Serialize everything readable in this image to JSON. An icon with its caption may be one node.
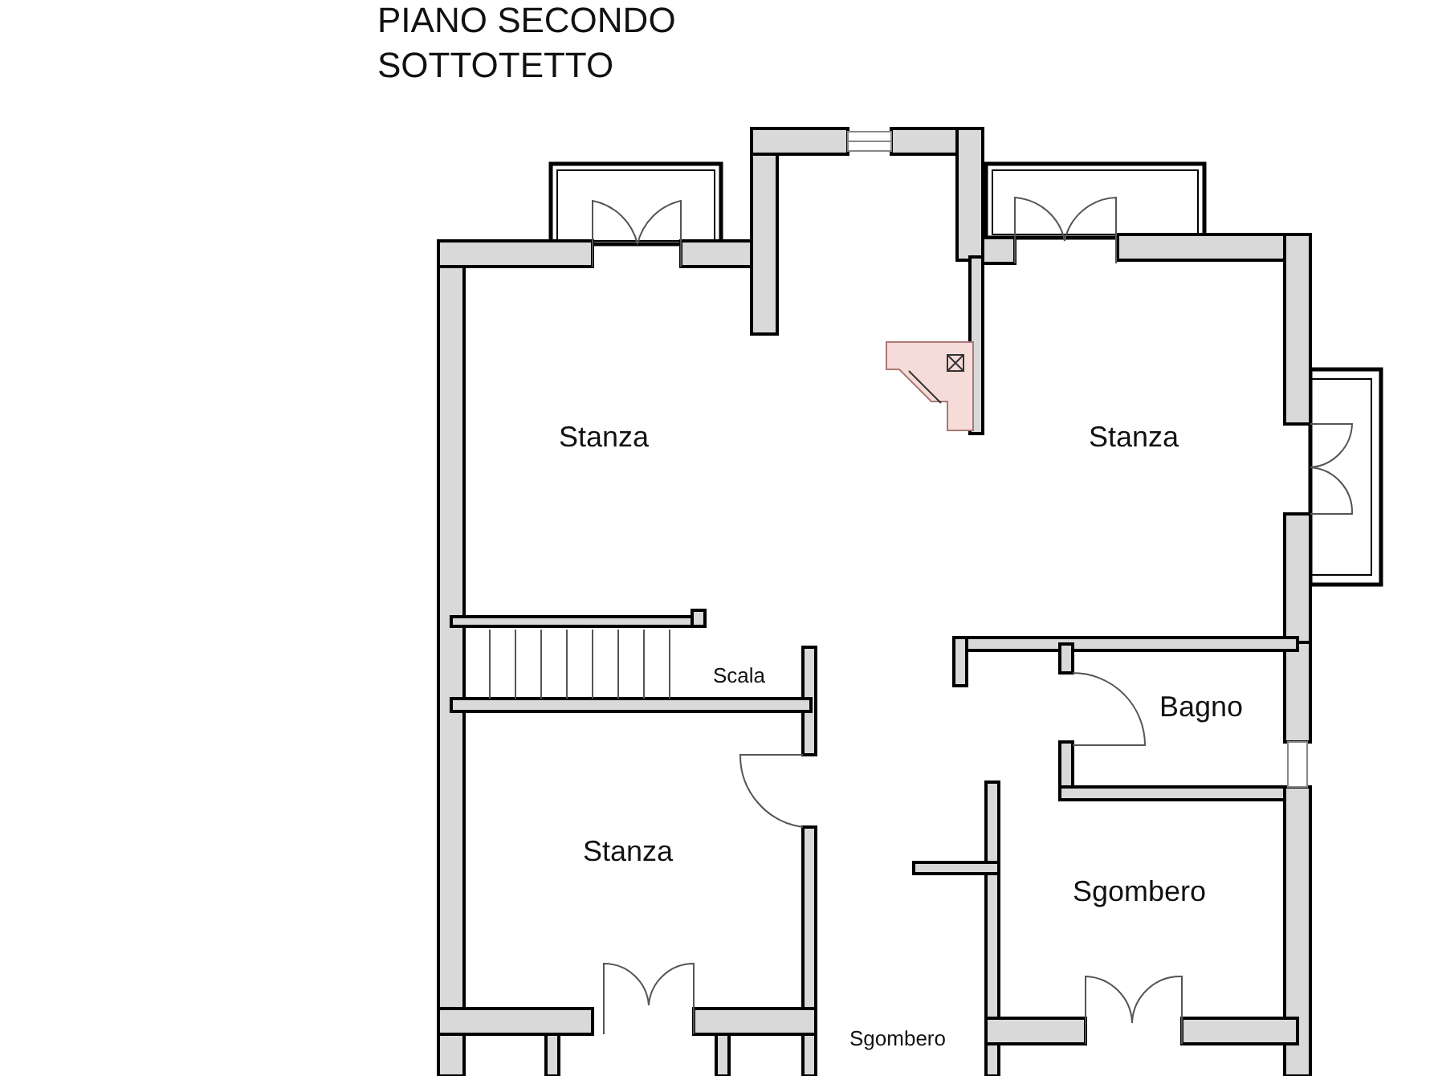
{
  "diagram": {
    "title": "PIANO SECONDO",
    "labels": [
      "SOTTOTETTO",
      "Stanza",
      "Stanza",
      "Scala",
      "Bagno",
      "Stanza",
      "Sgombero",
      "Sgombero"
    ]
  }
}
